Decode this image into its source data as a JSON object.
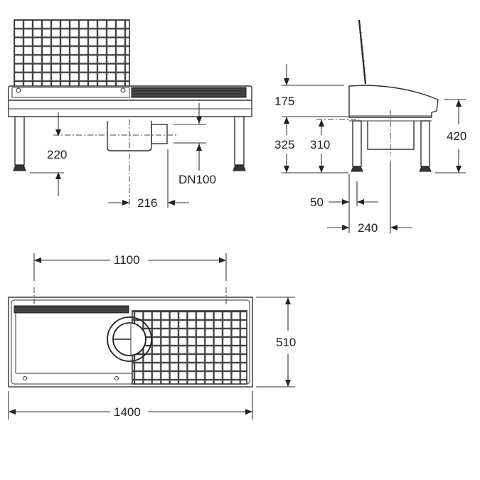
{
  "drawing": {
    "type": "technical dimension drawing",
    "views": [
      {
        "name": "front-view",
        "description": "front elevation with raised grid, drain and legs"
      },
      {
        "name": "side-view",
        "description": "side elevation with tilted grid, body and legs"
      },
      {
        "name": "top-view",
        "description": "plan view with grid, drain outlet and rail"
      }
    ],
    "units": "mm",
    "line_color": "#333333",
    "background": "#ffffff"
  },
  "dimensions": {
    "front": {
      "drain_height": "220",
      "drain_outlet": "DN100",
      "drain_offset": "216"
    },
    "side": {
      "grid_height": "175",
      "rim_height": "325",
      "outlet_height": "310",
      "total_height": "420",
      "leg_offset": "50",
      "drain_depth_offset": "240"
    },
    "top": {
      "leg_spacing": "1100",
      "depth": "510",
      "width": "1400"
    }
  }
}
